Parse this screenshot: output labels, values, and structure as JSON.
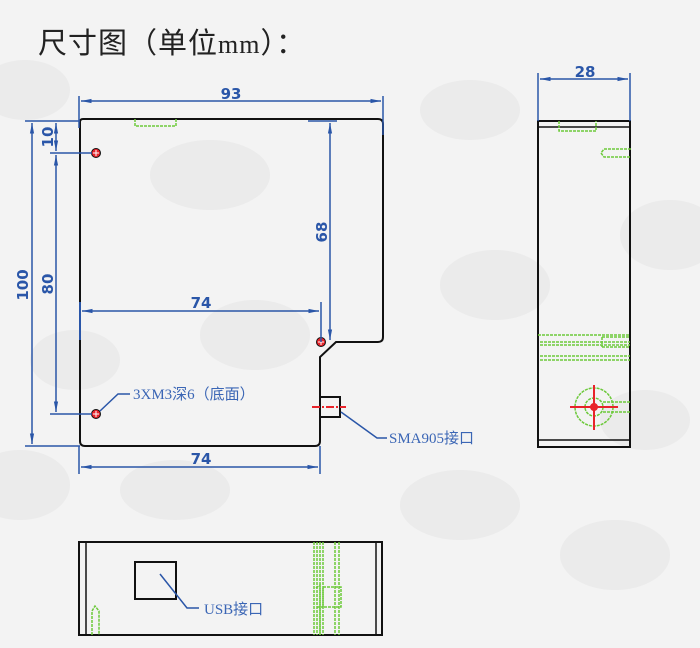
{
  "title": {
    "prefix": "尺寸图（单位",
    "unit": "mm",
    "suffix": "）："
  },
  "colors": {
    "outline": "#111111",
    "dimension": "#2a56a8",
    "hidden": "#6cc93a",
    "mark": "#e8232a",
    "background": "#f3f3f3"
  },
  "front_view": {
    "dimensions": {
      "width_total": "93",
      "height_total": "100",
      "height_holes": "80",
      "hole_offset_top": "10",
      "notch_height": "68",
      "inner_width": "74",
      "bottom_width": "74"
    },
    "callouts": {
      "mount_holes": "3XM3深6（底面）",
      "sma_port": "SMA905接口"
    }
  },
  "side_view": {
    "dimensions": {
      "depth": "28"
    }
  },
  "bottom_view": {
    "callouts": {
      "usb_port": "USB接口"
    }
  }
}
